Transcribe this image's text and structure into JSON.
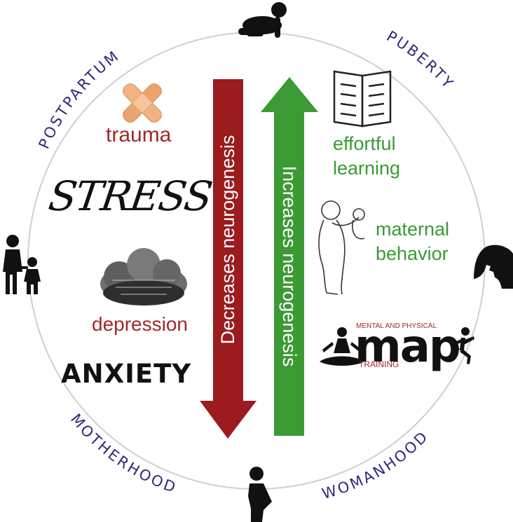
{
  "stages": {
    "postpartum": "POSTPARTUM",
    "puberty": "PUBERTY",
    "motherhood": "MOTHERHOOD",
    "womanhood": "WOMANHOOD"
  },
  "decrease": {
    "arrow_label": "Decreases neurogenesis",
    "trauma": "trauma",
    "stress": "STRESS",
    "depression": "depression",
    "anxiety": "ANXIETY"
  },
  "increase": {
    "arrow_label": "Increases neurogenesis",
    "learning_line1": "effortful",
    "learning_line2": "learning",
    "maternal_line1": "maternal",
    "maternal_line2": "behavior",
    "map_top": "MENTAL AND PHYSICAL",
    "map_word": "map",
    "map_training": "TRAINING"
  },
  "colors": {
    "decrease": "#a3272b",
    "increase": "#3a9a34",
    "stage_text": "#2e2a7a",
    "circle": "#cfcfcf"
  },
  "icons": {
    "top": "crawling-baby-icon",
    "right": "woman-profile-icon",
    "bottom": "pregnant-woman-icon",
    "left": "mother-and-child-icon"
  }
}
